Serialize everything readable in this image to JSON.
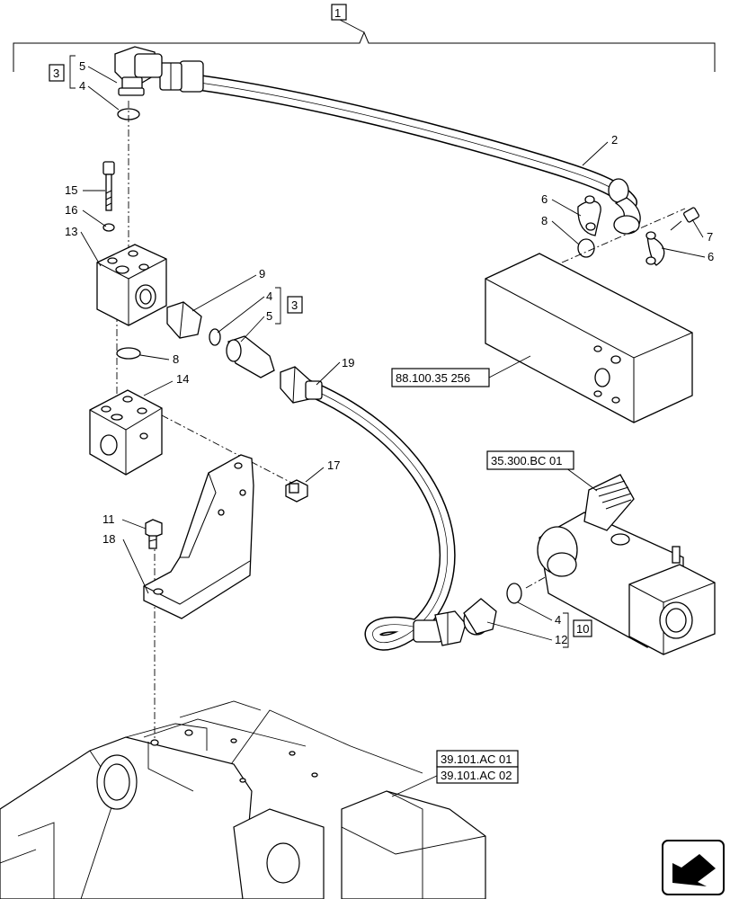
{
  "callouts": {
    "c1": "1",
    "c2": "2",
    "c3a": "3",
    "c3b": "3",
    "c4a": "4",
    "c4b": "4",
    "c4c": "4",
    "c5a": "5",
    "c5b": "5",
    "c6a": "6",
    "c6b": "6",
    "c7": "7",
    "c8a": "8",
    "c8b": "8",
    "c9": "9",
    "c10": "10",
    "c11": "11",
    "c12": "12",
    "c13": "13",
    "c14": "14",
    "c15": "15",
    "c16": "16",
    "c17": "17",
    "c18": "18",
    "c19": "19"
  },
  "references": {
    "r1": "88.100.35 256",
    "r2": "35.300.BC 01",
    "r3": "39.101.AC 01",
    "r4": "39.101.AC 02"
  },
  "icons": {
    "nav": "arrow-navigation-icon"
  }
}
